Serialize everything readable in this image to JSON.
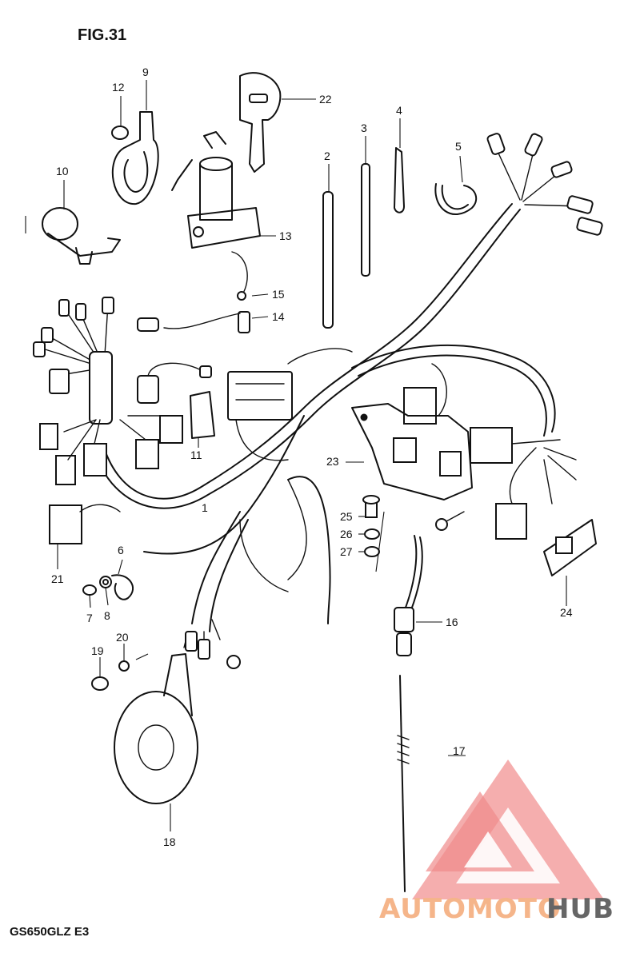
{
  "figure": {
    "title": "FIG.31",
    "model_code": "GS650GLZ  E3"
  },
  "callouts": [
    {
      "id": "p1",
      "text": "1"
    },
    {
      "id": "p2",
      "text": "2"
    },
    {
      "id": "p3",
      "text": "3"
    },
    {
      "id": "p4",
      "text": "4"
    },
    {
      "id": "p5",
      "text": "5"
    },
    {
      "id": "p6",
      "text": "6"
    },
    {
      "id": "p7",
      "text": "7"
    },
    {
      "id": "p8",
      "text": "8"
    },
    {
      "id": "p9",
      "text": "9"
    },
    {
      "id": "p10",
      "text": "10"
    },
    {
      "id": "p11",
      "text": "11"
    },
    {
      "id": "p12",
      "text": "12"
    },
    {
      "id": "p13",
      "text": "13"
    },
    {
      "id": "p14",
      "text": "14"
    },
    {
      "id": "p15",
      "text": "15"
    },
    {
      "id": "p16",
      "text": "16"
    },
    {
      "id": "p17",
      "text": "17"
    },
    {
      "id": "p18",
      "text": "18"
    },
    {
      "id": "p19",
      "text": "19"
    },
    {
      "id": "p20",
      "text": "20"
    },
    {
      "id": "p21",
      "text": "21"
    },
    {
      "id": "p22",
      "text": "22"
    },
    {
      "id": "p23",
      "text": "23"
    },
    {
      "id": "p24",
      "text": "24"
    },
    {
      "id": "p25",
      "text": "25"
    },
    {
      "id": "p26",
      "text": "26"
    },
    {
      "id": "p27",
      "text": "27"
    }
  ],
  "watermark": {
    "brand_part1": "AUTOMOTO",
    "brand_part2": "HUB",
    "color_primary": "#f08a8a",
    "color_secondary": "#f5c49a",
    "color_dark": "#555555"
  }
}
